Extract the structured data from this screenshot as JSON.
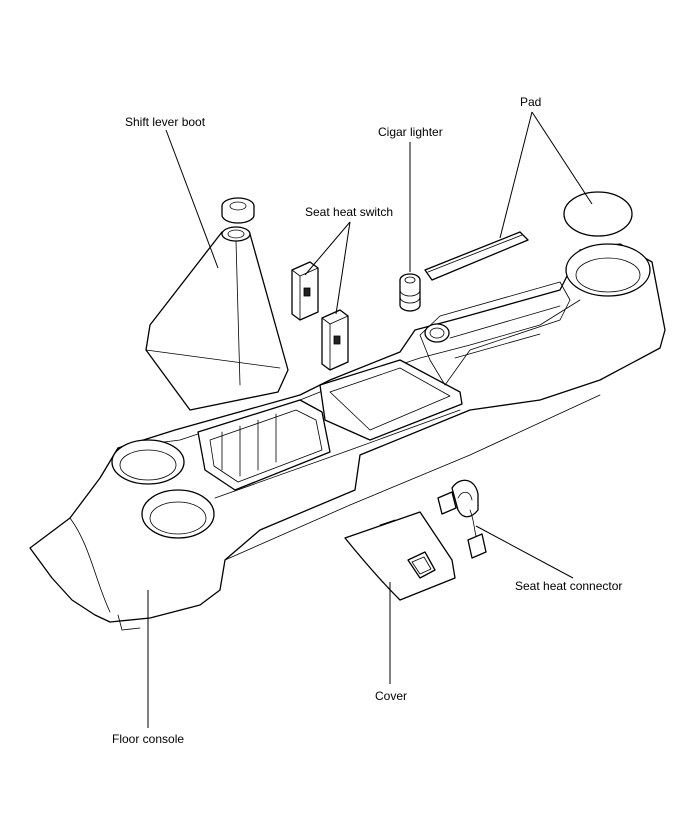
{
  "labels": {
    "shift_lever_boot": "Shift lever boot",
    "pad": "Pad",
    "cigar_lighter": "Cigar lighter",
    "seat_heat_switch": "Seat heat switch",
    "seat_heat_connector": "Seat heat connector",
    "cover": "Cover",
    "floor_console": "Floor console"
  },
  "colors": {
    "line": "#000000",
    "background": "#ffffff"
  }
}
